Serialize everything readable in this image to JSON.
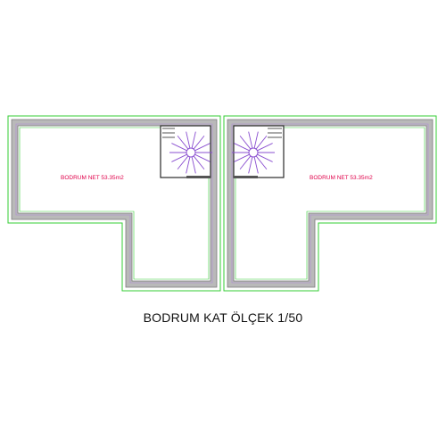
{
  "rooms": [
    {
      "label": "BODRUM NET 53.35m2"
    },
    {
      "label": "BODRUM NET 53.35m2"
    }
  ],
  "title": "BODRUM KAT ÖLÇEK 1/50",
  "colors": {
    "outer_line": "#33cc33",
    "wall_fill": "#b9b9b9",
    "wall_line": "#7a7a7a",
    "inner_accent": "#b08ad8",
    "stair_tread": "#8a4fd0",
    "stair_frame": "#2a2a2a",
    "label": "#e0004a",
    "title": "#111111"
  }
}
